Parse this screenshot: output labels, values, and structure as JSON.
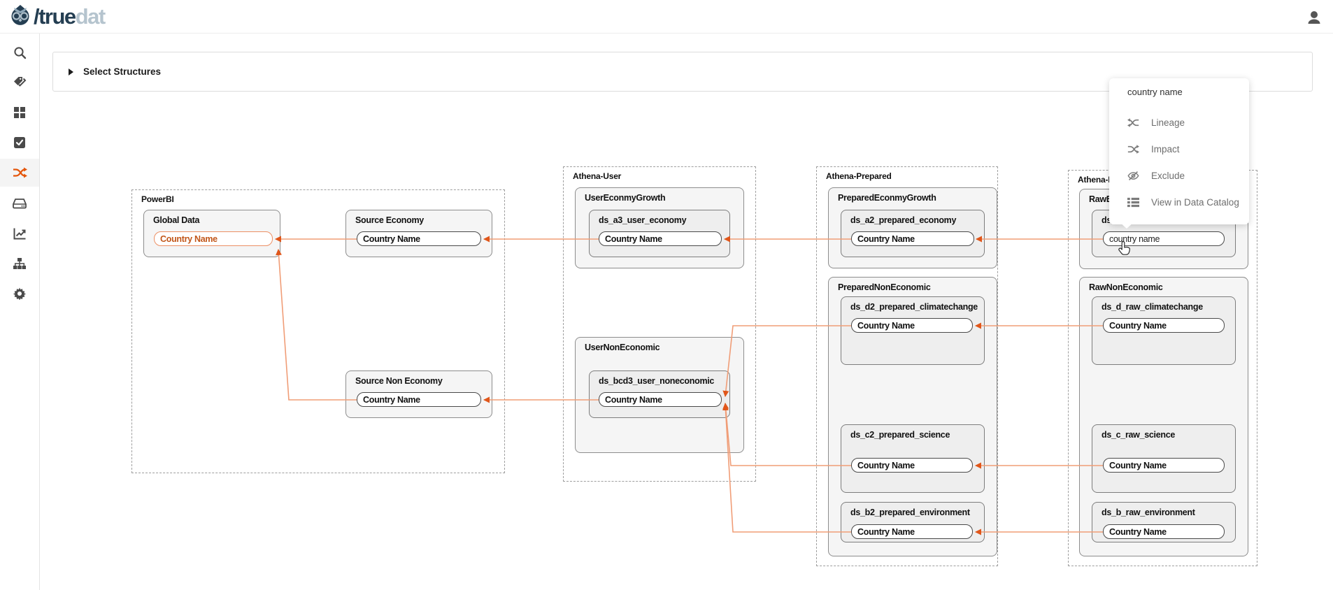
{
  "header": {
    "logo_dark": "/true",
    "logo_light": "dat"
  },
  "sidebar": {
    "items": [
      {
        "icon": "search-icon",
        "active": false
      },
      {
        "icon": "tag-icon",
        "active": false
      },
      {
        "icon": "grid-icon",
        "active": false
      },
      {
        "icon": "check-square-icon",
        "active": false
      },
      {
        "icon": "lineage-shuffle-icon",
        "active": true
      },
      {
        "icon": "server-icon",
        "active": false
      },
      {
        "icon": "chart-line-icon",
        "active": false
      },
      {
        "icon": "sitemap-icon",
        "active": false
      },
      {
        "icon": "gear-icon",
        "active": false
      }
    ],
    "active_color": "#e4560b"
  },
  "structures_panel": {
    "label": "Select Structures"
  },
  "context_menu": {
    "title": "country name",
    "items": [
      {
        "icon": "lineage-icon",
        "label": "Lineage"
      },
      {
        "icon": "impact-icon",
        "label": "Impact"
      },
      {
        "icon": "exclude-icon",
        "label": "Exclude"
      },
      {
        "icon": "catalog-icon",
        "label": "View in Data Catalog"
      }
    ]
  },
  "diagram": {
    "groups": [
      {
        "label": "PowerBI",
        "nodes": [
          {
            "title": "Global Data",
            "field": "Country Name",
            "highlighted": true
          },
          {
            "title": "Source Economy",
            "field": "Country Name"
          },
          {
            "title": "Source Non Economy",
            "field": "Country Name"
          }
        ]
      },
      {
        "label": "Athena-User",
        "containers": [
          {
            "title": "UserEconmyGrowth",
            "tables": [
              {
                "title": "ds_a3_user_economy",
                "field": "Country Name"
              }
            ]
          },
          {
            "title": "UserNonEconomic",
            "tables": [
              {
                "title": "ds_bcd3_user_noneconomic",
                "field": "Country Name"
              }
            ]
          }
        ]
      },
      {
        "label": "Athena-Prepared",
        "containers": [
          {
            "title": "PreparedEconmyGrowth",
            "tables": [
              {
                "title": "ds_a2_prepared_economy",
                "field": "Country Name"
              }
            ]
          },
          {
            "title": "PreparedNonEconomic",
            "tables": [
              {
                "title": "ds_d2_prepared_climatechange",
                "field": "Country Name"
              },
              {
                "title": "ds_c2_prepared_science",
                "field": "Country Name"
              },
              {
                "title": "ds_b2_prepared_environment",
                "field": "Country Name"
              }
            ]
          }
        ]
      },
      {
        "label": "Athena-Ra",
        "containers": [
          {
            "title": "RawEc",
            "tables": [
              {
                "title": "ds_",
                "field": "country name",
                "clicked": true
              }
            ]
          },
          {
            "title": "RawNonEconomic",
            "tables": [
              {
                "title": "ds_d_raw_climatechange",
                "field": "Country Name"
              },
              {
                "title": "ds_c_raw_science",
                "field": "Country Name"
              },
              {
                "title": "ds_b_raw_environment",
                "field": "Country Name"
              }
            ]
          }
        ]
      }
    ],
    "edges": [
      {
        "from": "RawEc.country name",
        "to": "ds_a2_prepared_economy.Country Name"
      },
      {
        "from": "ds_a2_prepared_economy",
        "to": "ds_a3_user_economy.Country Name"
      },
      {
        "from": "ds_a3_user_economy",
        "to": "Source Economy.Country Name"
      },
      {
        "from": "Source Economy",
        "to": "Global Data.Country Name"
      },
      {
        "from": "ds_d_raw_climatechange",
        "to": "ds_d2_prepared_climatechange.Country Name"
      },
      {
        "from": "ds_c_raw_science",
        "to": "ds_c2_prepared_science.Country Name"
      },
      {
        "from": "ds_b_raw_environment",
        "to": "ds_b2_prepared_environment.Country Name"
      },
      {
        "from": "ds_d2_prepared_climatechange",
        "to": "ds_bcd3_user_noneconomic.Country Name"
      },
      {
        "from": "ds_c2_prepared_science",
        "to": "ds_bcd3_user_noneconomic.Country Name"
      },
      {
        "from": "ds_b2_prepared_environment",
        "to": "ds_bcd3_user_noneconomic.Country Name"
      },
      {
        "from": "ds_bcd3_user_noneconomic",
        "to": "Source Non Economy.Country Name"
      },
      {
        "from": "Source Non Economy",
        "to": "Global Data.Country Name"
      }
    ],
    "colors": {
      "edge": "#f09d77",
      "arrow": "#e0561a",
      "highlight": "#ec9065"
    }
  }
}
